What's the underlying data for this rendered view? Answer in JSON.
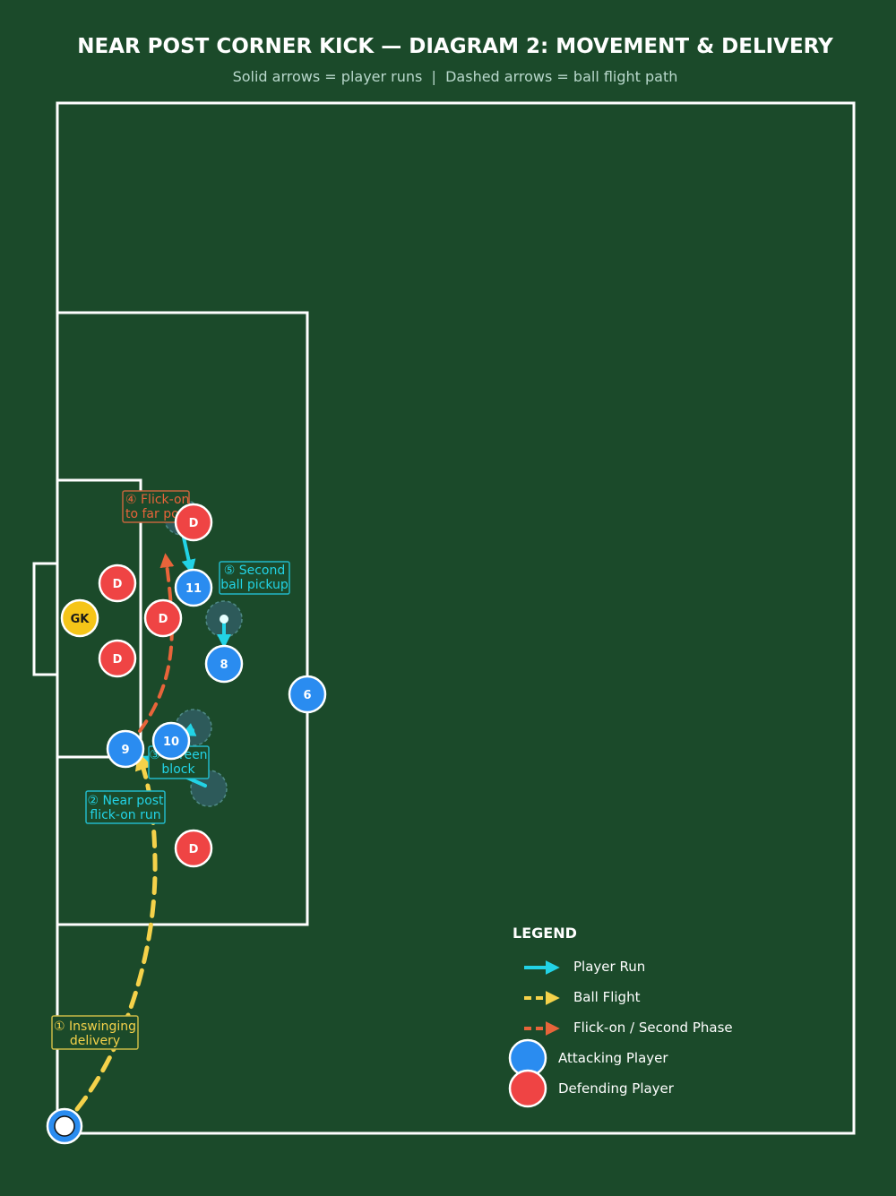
{
  "title": "NEAR POST CORNER KICK — DIAGRAM 2: MOVEMENT & DELIVERY",
  "subtitle": "Solid arrows = player runs  |  Dashed arrows = ball flight path",
  "colors": {
    "background": "#1b4a2a",
    "lines": "#ffffff",
    "attacker": "#2a8cf0",
    "defender": "#ef4444",
    "goalkeeper": "#f5c518",
    "player_run": "#22d3e6",
    "ball_flight": "#f5d24a",
    "flick_on": "#e8643a",
    "ghost": "#2d5a5a"
  },
  "goalkeeper": {
    "label": "GK"
  },
  "attackers": [
    {
      "id": "att-11",
      "label": "11"
    },
    {
      "id": "att-8",
      "label": "8"
    },
    {
      "id": "att-6",
      "label": "6"
    },
    {
      "id": "att-10",
      "label": "10"
    },
    {
      "id": "att-9",
      "label": "9"
    }
  ],
  "defenders": [
    {
      "id": "def-1",
      "label": "D"
    },
    {
      "id": "def-2",
      "label": "D"
    },
    {
      "id": "def-3",
      "label": "D"
    },
    {
      "id": "def-4",
      "label": "D"
    },
    {
      "id": "def-5",
      "label": "D"
    }
  ],
  "annotations": {
    "inswinging": [
      "① Inswinging",
      "delivery"
    ],
    "near_post_run": [
      "② Near post",
      "flick-on run"
    ],
    "screen_block": [
      "③ Screen",
      "block"
    ],
    "flick_far_post": [
      "④ Flick-on",
      "to far post"
    ],
    "second_ball": [
      "⑤ Second",
      "ball pickup"
    ]
  },
  "legend": {
    "title": "LEGEND",
    "items": [
      {
        "label": "Player Run",
        "icon": "solid-arrow",
        "color_key": "player_run"
      },
      {
        "label": "Ball Flight",
        "icon": "dashed-arrow",
        "color_key": "ball_flight"
      },
      {
        "label": "Flick-on / Second Phase",
        "icon": "dashed-arrow",
        "color_key": "flick_on"
      },
      {
        "label": "Attacking Player",
        "icon": "circle",
        "color_key": "attacker"
      },
      {
        "label": "Defending Player",
        "icon": "circle",
        "color_key": "defender"
      }
    ]
  }
}
